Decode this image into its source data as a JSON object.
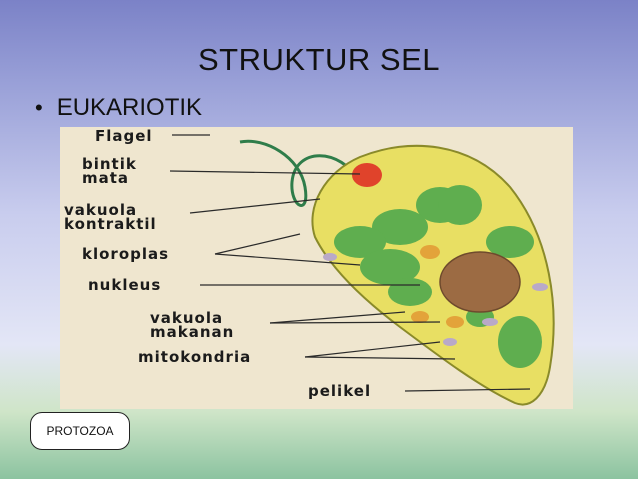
{
  "slide": {
    "title": "STRUKTUR SEL",
    "bullet": "EUKARIOTIK",
    "badge": "PROTOZOA"
  },
  "diagram": {
    "labels": {
      "flagel": "Flagel",
      "bintik_1": "bintik",
      "bintik_2": "mata",
      "vakuola_kontraktil_1": "vakuola",
      "vakuola_kontraktil_2": "kontraktil",
      "kloroplas": "kloroplas",
      "nukleus": "nukleus",
      "vakuola_makanan_1": "vakuola",
      "vakuola_makanan_2": "makanan",
      "mitokondria": "mitokondria",
      "pelikel": "pelikel"
    }
  },
  "colors": {
    "cell_body": "#e8df63",
    "chloroplast": "#5fae4f",
    "eyespot": "#e0432b",
    "nucleus": "#9c6b43"
  }
}
